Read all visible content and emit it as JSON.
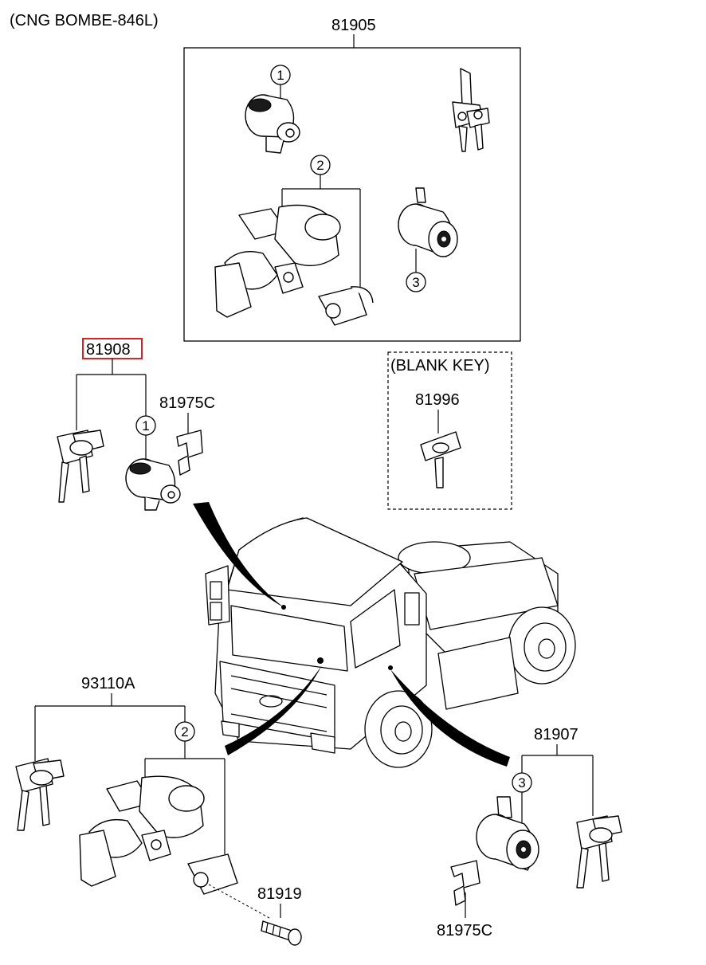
{
  "header": {
    "variant_note": "(CNG BOMBE-846L)"
  },
  "parts": {
    "lock_set": "81905",
    "key_cylinder_set": "81908",
    "door_clip_upper": "81975C",
    "blank_key_group": "(BLANK KEY)",
    "blank_key": "81996",
    "ignition_key_set": "93110A",
    "screw": "81919",
    "tailgate_lock_set": "81907",
    "door_clip_lower": "81975C"
  },
  "callouts": {
    "one": "1",
    "two": "2",
    "three": "3"
  },
  "highlight_color": "#e02020"
}
